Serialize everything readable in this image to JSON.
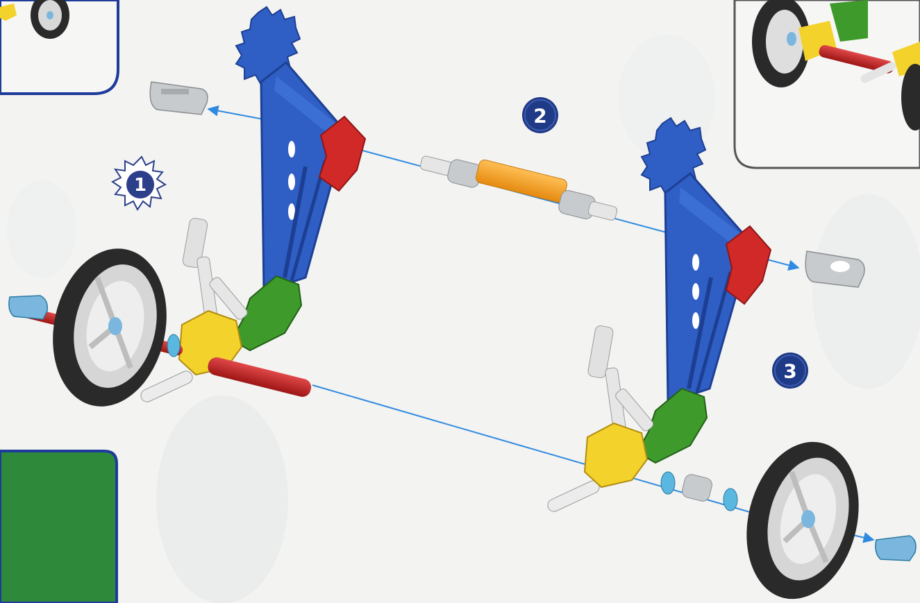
{
  "page": {
    "background": "#f3f3f1",
    "watermark_color": "#e6e8ea"
  },
  "diagram": {
    "kind": "assembly-instructions",
    "steps": [
      {
        "label": "1",
        "marker": "starburst-badge",
        "color": "#2b3f8a"
      },
      {
        "label": "2",
        "marker": "round-badge",
        "color": "#1f3a86"
      },
      {
        "label": "3",
        "marker": "round-badge",
        "color": "#1f3a86"
      }
    ],
    "colors": {
      "blue_piece": "#2f5fc4",
      "blue_dark": "#1d3f93",
      "red_connector": "#d12828",
      "yellow_connector": "#f4d22c",
      "green_connector": "#3f9a2c",
      "grey_piece": "#c8cbce",
      "orange_rod": "#f5a623",
      "red_rod": "#c42222",
      "tire": "#2a2a2a",
      "hub": "#dcdcdc",
      "spacer_cyan": "#5ab8e0",
      "arrow": "#2f8ae0",
      "inset_panel_blue_border": "#1e3a9a",
      "inset_panel_dark_border": "#555555",
      "green_panel": "#2e8a3a"
    },
    "icons": [
      "wheel-icon",
      "axle-rod-icon",
      "cap-icon",
      "spacer-icon",
      "gear-icon",
      "arrow-icon"
    ]
  }
}
